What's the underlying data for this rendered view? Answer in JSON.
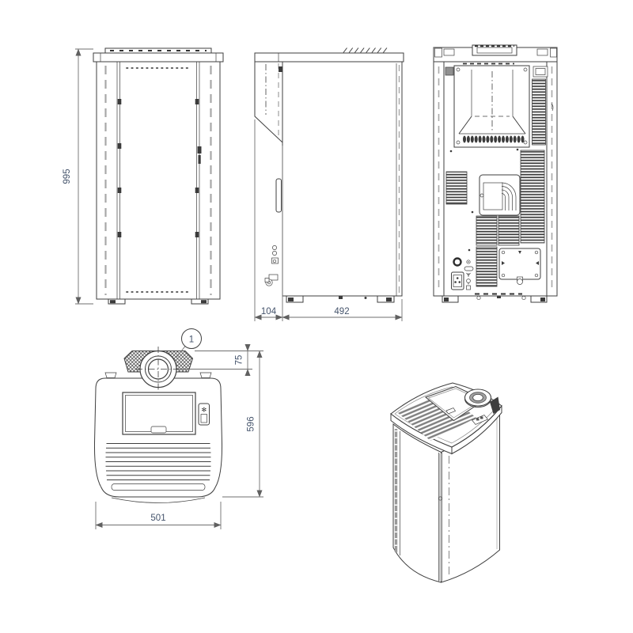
{
  "app": {
    "colors": {
      "background": "#ffffff",
      "line": "#3f3f3f",
      "dim_line": "#6f6f6f",
      "dim_text": "#44536b"
    }
  },
  "dimensions": {
    "front_height": "995",
    "side_hood_depth": "104",
    "side_body_depth": "492",
    "top_flue_offset": "75",
    "top_total_depth": "596",
    "top_width": "501"
  },
  "callouts": {
    "flue_outlet": "1"
  },
  "icons": {
    "control_flower": "✻"
  }
}
